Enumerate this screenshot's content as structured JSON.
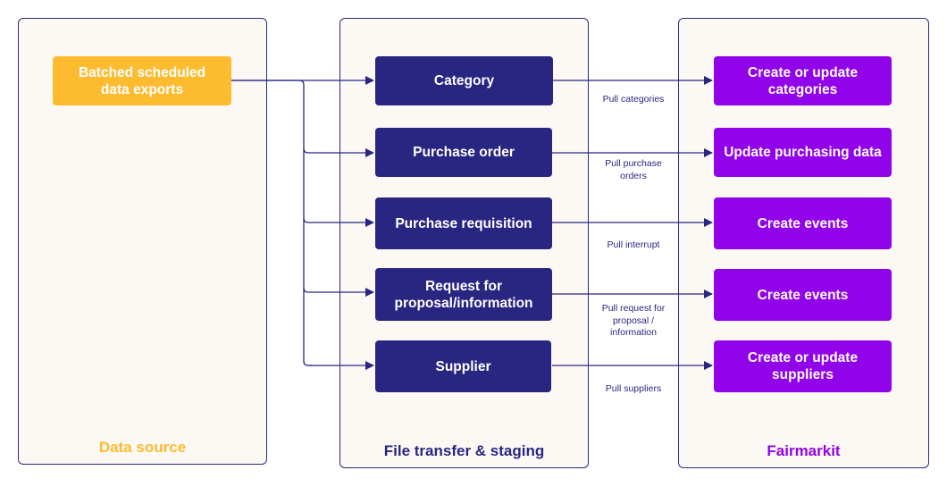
{
  "colors": {
    "source": "#fdbb30",
    "staging": "#292682",
    "target": "#9103e8",
    "line": "#292682",
    "panel_bg": "#fcf9f4"
  },
  "panels": {
    "data_source": {
      "title": "Data source",
      "title_color": "#fdbb30"
    },
    "staging": {
      "title": "File transfer & staging",
      "title_color": "#292682"
    },
    "fairmarkit": {
      "title": "Fairmarkit",
      "title_color": "#9103e8"
    }
  },
  "source_box": {
    "label": "Batched scheduled\ndata exports"
  },
  "staging_boxes": [
    {
      "label": "Category"
    },
    {
      "label": "Purchase order"
    },
    {
      "label": "Purchase requisition"
    },
    {
      "label": "Request for\nproposal/information"
    },
    {
      "label": "Supplier"
    }
  ],
  "target_boxes": [
    {
      "label": "Create or update\ncategories"
    },
    {
      "label": "Update purchasing data"
    },
    {
      "label": "Create events"
    },
    {
      "label": "Create events"
    },
    {
      "label": "Create or update\nsuppliers"
    }
  ],
  "edge_labels": [
    "Pull categories",
    "Pull purchase\norders",
    "Pull interrupt",
    "Pull request for\nproposal /\ninformation",
    "Pull suppliers"
  ]
}
